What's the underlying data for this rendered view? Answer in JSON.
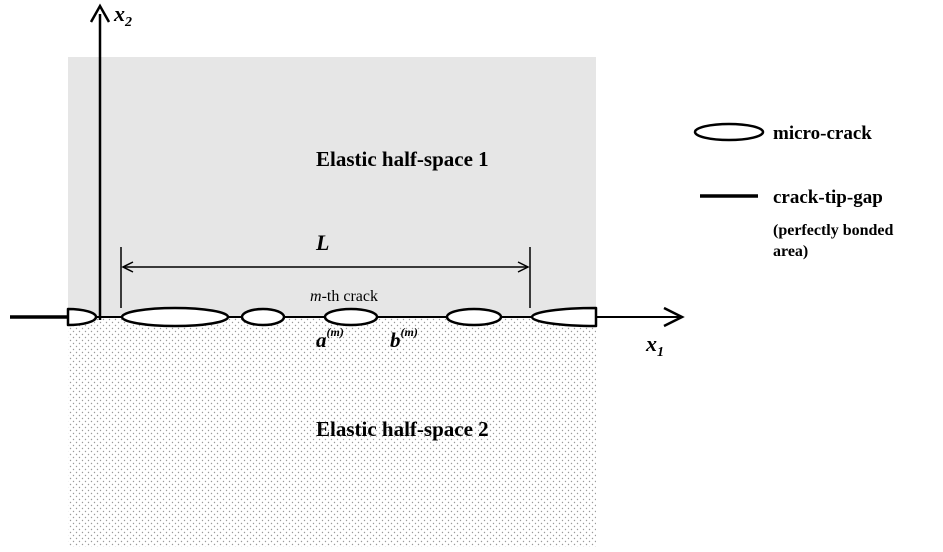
{
  "axes": {
    "x2_label": "x",
    "x2_sub": "2",
    "x1_label": "x",
    "x1_sub": "1"
  },
  "regions": {
    "upper_label": "Elastic half-space 1",
    "lower_label": "Elastic half-space 2"
  },
  "dimension": {
    "label": "L"
  },
  "crack": {
    "label_m": "m",
    "label_rest": "-th crack",
    "a_label": "a",
    "b_label": "b",
    "superscript": "(m)"
  },
  "legend": {
    "micro_crack": "micro-crack",
    "crack_tip_gap": "crack-tip-gap",
    "note_line1": "(perfectly bonded",
    "note_line2": "area)"
  },
  "colors": {
    "upper_fill": "#e6e6e6",
    "lower_dots": "#9a9a9a",
    "ink": "#000000"
  }
}
